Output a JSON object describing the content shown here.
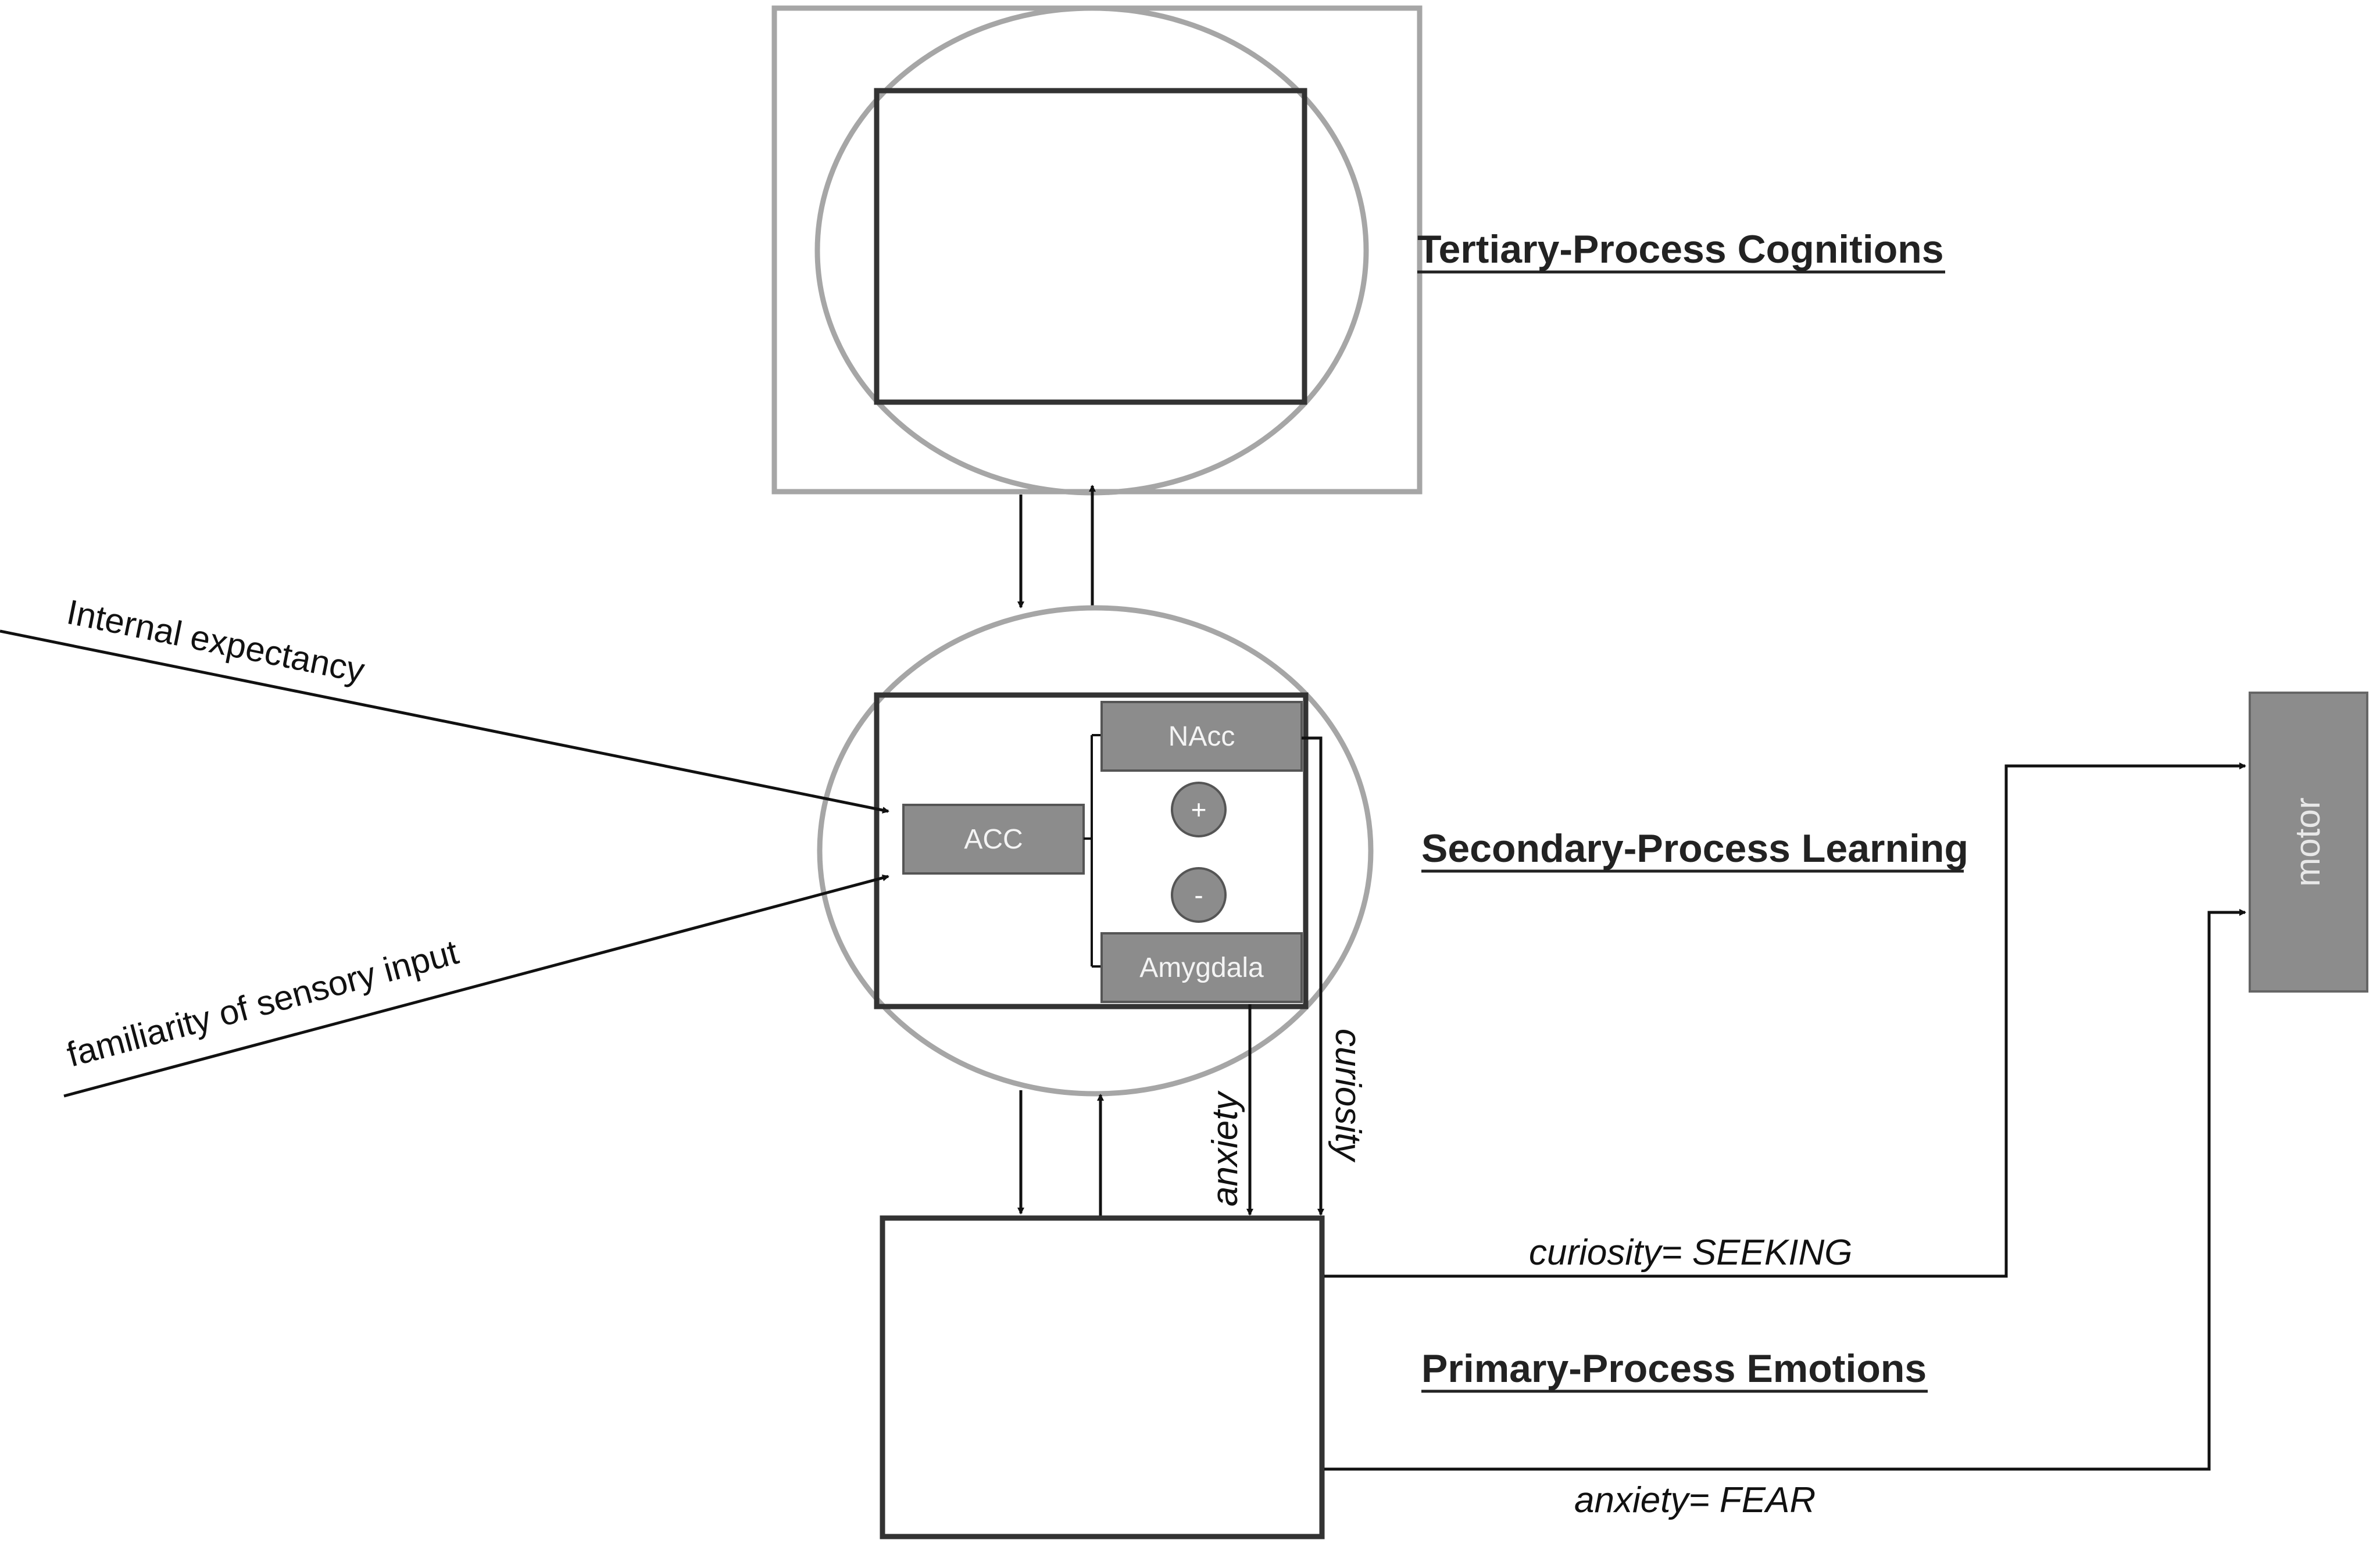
{
  "headings": {
    "tertiary": "Tertiary-Process Cognitions",
    "secondary": "Secondary-Process Learning",
    "primary": "Primary-Process Emotions"
  },
  "inputs": {
    "internal": "Internal expectancy",
    "familiarity": "familiarity of  sensory input"
  },
  "regions": {
    "acc": "ACC",
    "nacc": "NAcc",
    "amygdala": "Amygdala",
    "plus": "+",
    "minus": "-",
    "motor": "motor"
  },
  "pathways": {
    "anxiety": "anxiety",
    "curiosity": "curiosity",
    "seeking": "curiosity= SEEKING",
    "fear": "anxiety= FEAR"
  },
  "colors": {
    "line": "#111111",
    "frame_gray": "#a6a6a6",
    "box_dark": "#333333",
    "fill_gray": "#8c8c8c"
  }
}
